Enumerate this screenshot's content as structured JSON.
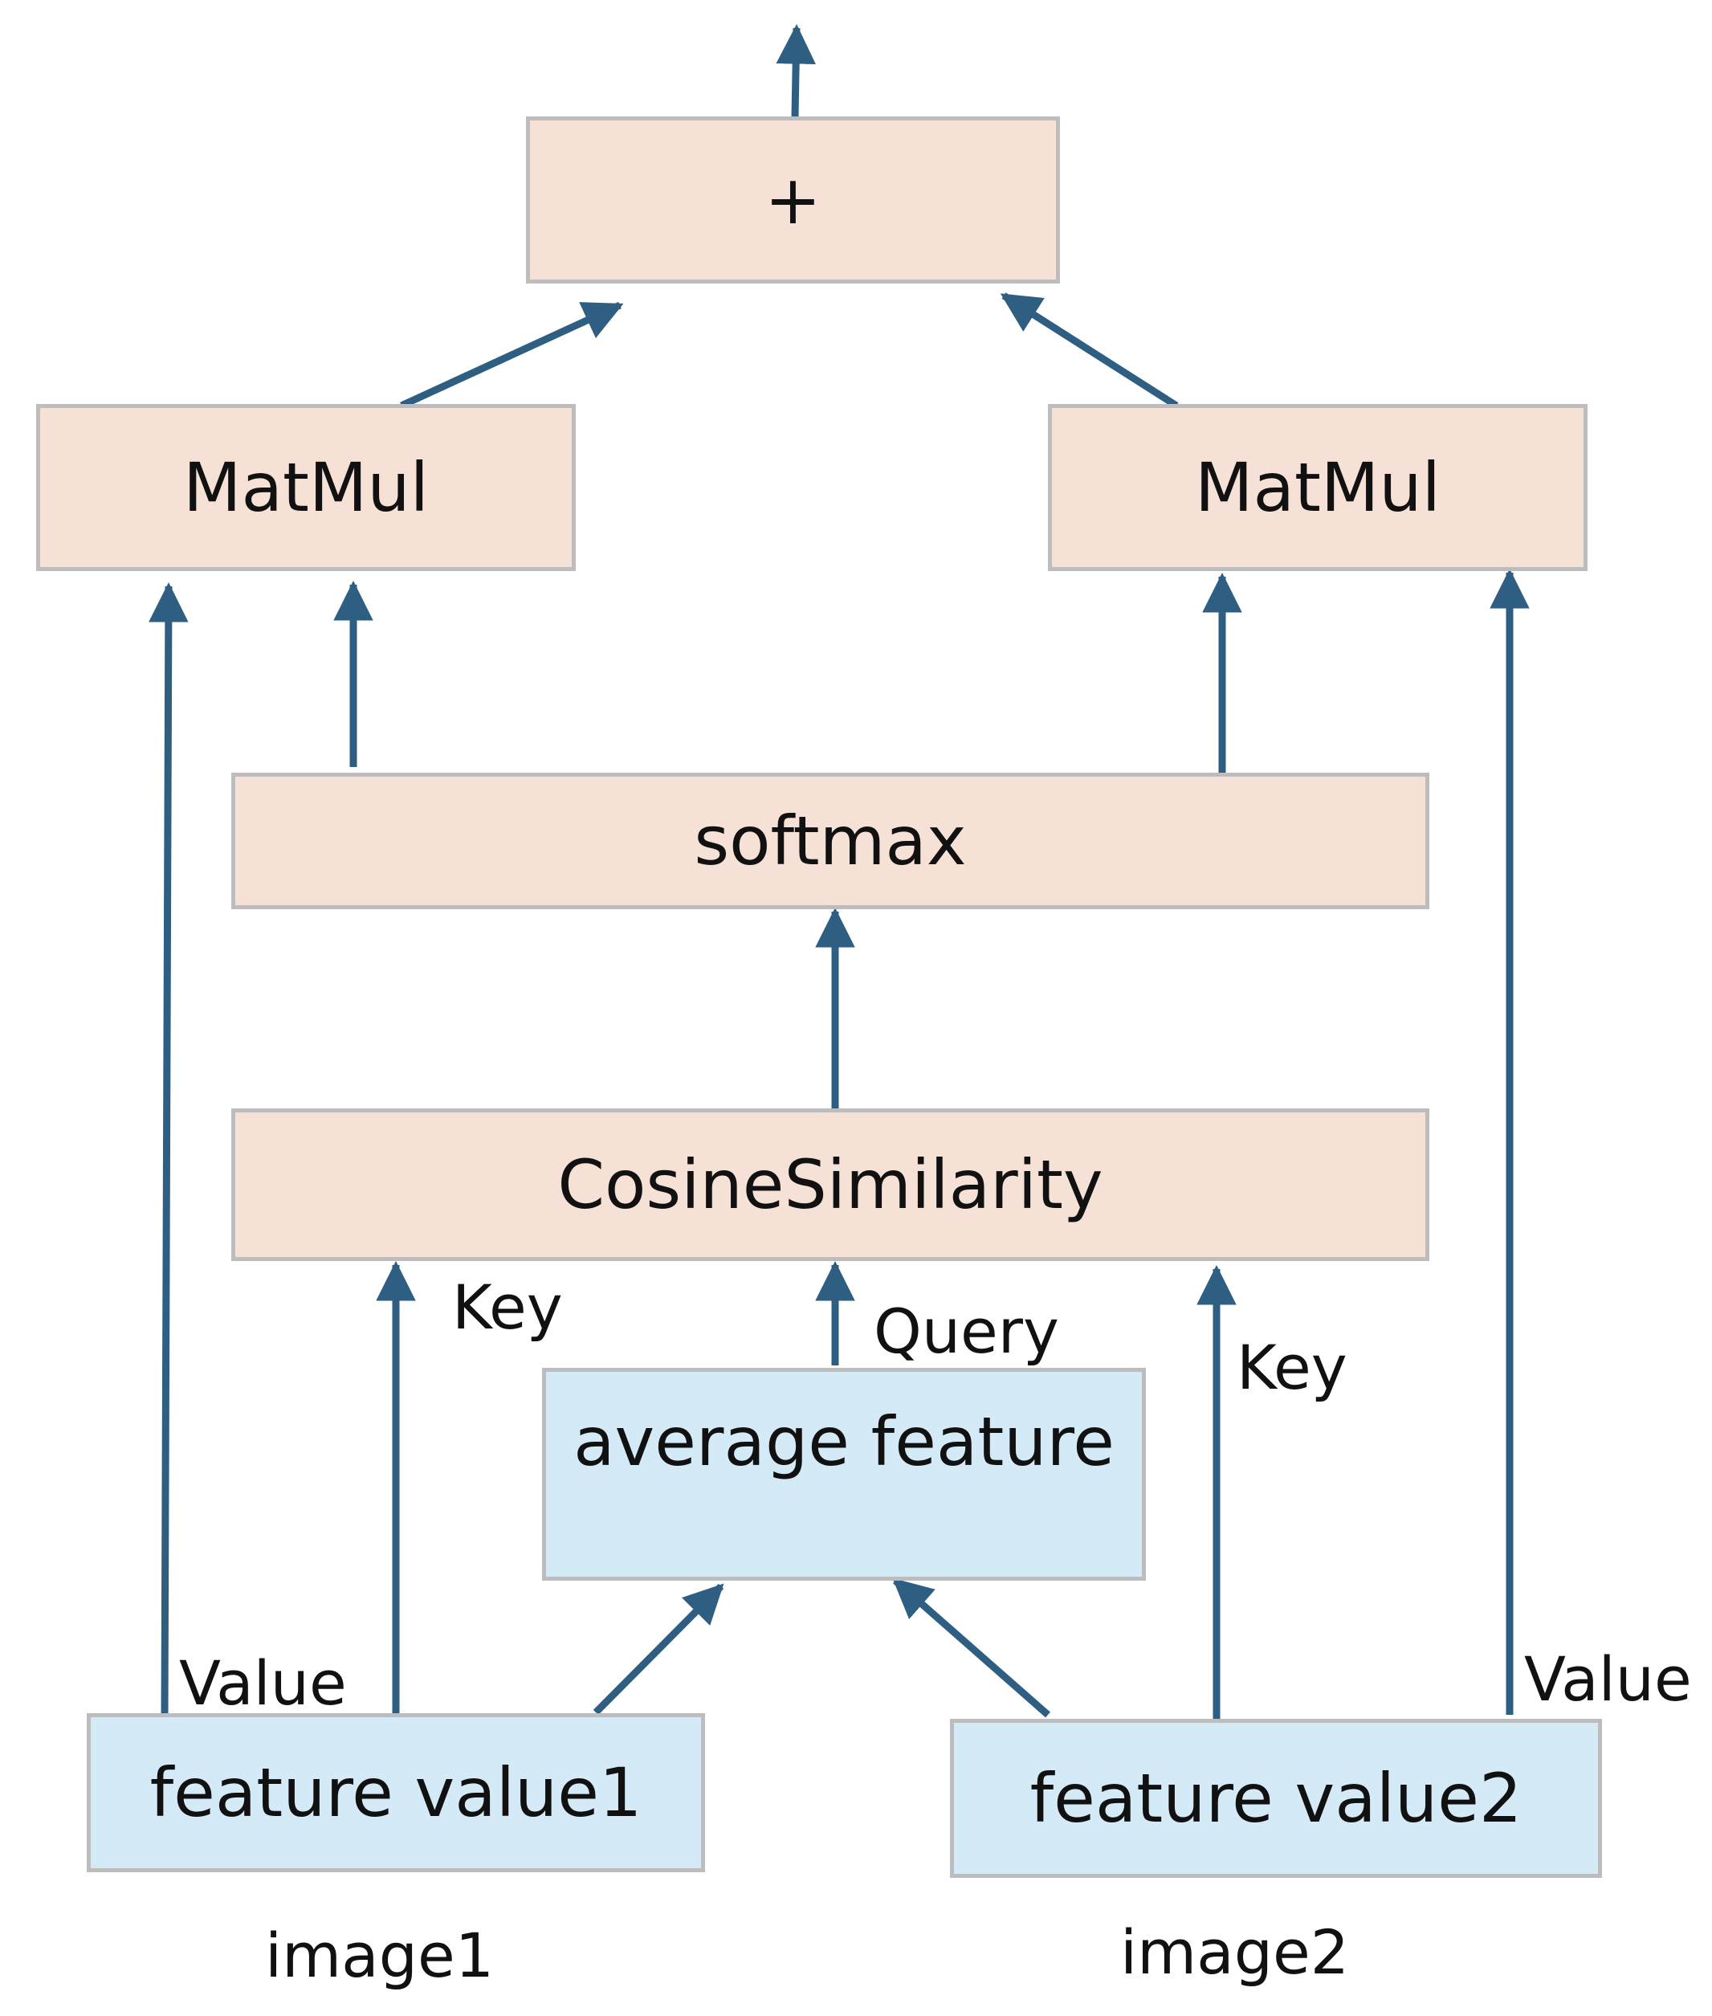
{
  "boxes": {
    "sum": "+",
    "matmul_left": "MatMul",
    "matmul_right": "MatMul",
    "softmax": "softmax",
    "cosine": "CosineSimilarity",
    "average": "average feature",
    "feature1": "feature value1",
    "feature2": "feature value2"
  },
  "edge_labels": {
    "key_left": "Key",
    "query": "Query",
    "key_right": "Key",
    "value_left": "Value",
    "value_right": "Value"
  },
  "captions": {
    "image1": "image1",
    "image2": "image2"
  },
  "colors": {
    "arrow": "#2e5f82",
    "operation_fill": "#f6e1d6",
    "feature_fill": "#d4eaf6",
    "box_border": "#bdbdbd"
  }
}
